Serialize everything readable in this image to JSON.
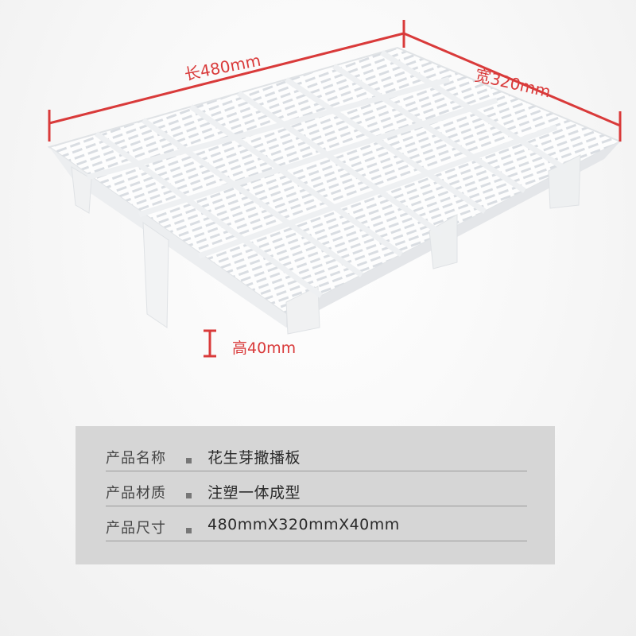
{
  "dimensions": {
    "length_label": "长480mm",
    "width_label": "宽320mm",
    "height_label": "高40mm"
  },
  "colors": {
    "dimension_line": "#d93a3a",
    "spec_background": "#d6d6d6",
    "tray": "#ffffff"
  },
  "specs": [
    {
      "label": "产品名称",
      "value": "花生芽撒播板"
    },
    {
      "label": "产品材质",
      "value": "注塑一体成型"
    },
    {
      "label": "产品尺寸",
      "value": "480mmX320mmX40mm"
    }
  ]
}
